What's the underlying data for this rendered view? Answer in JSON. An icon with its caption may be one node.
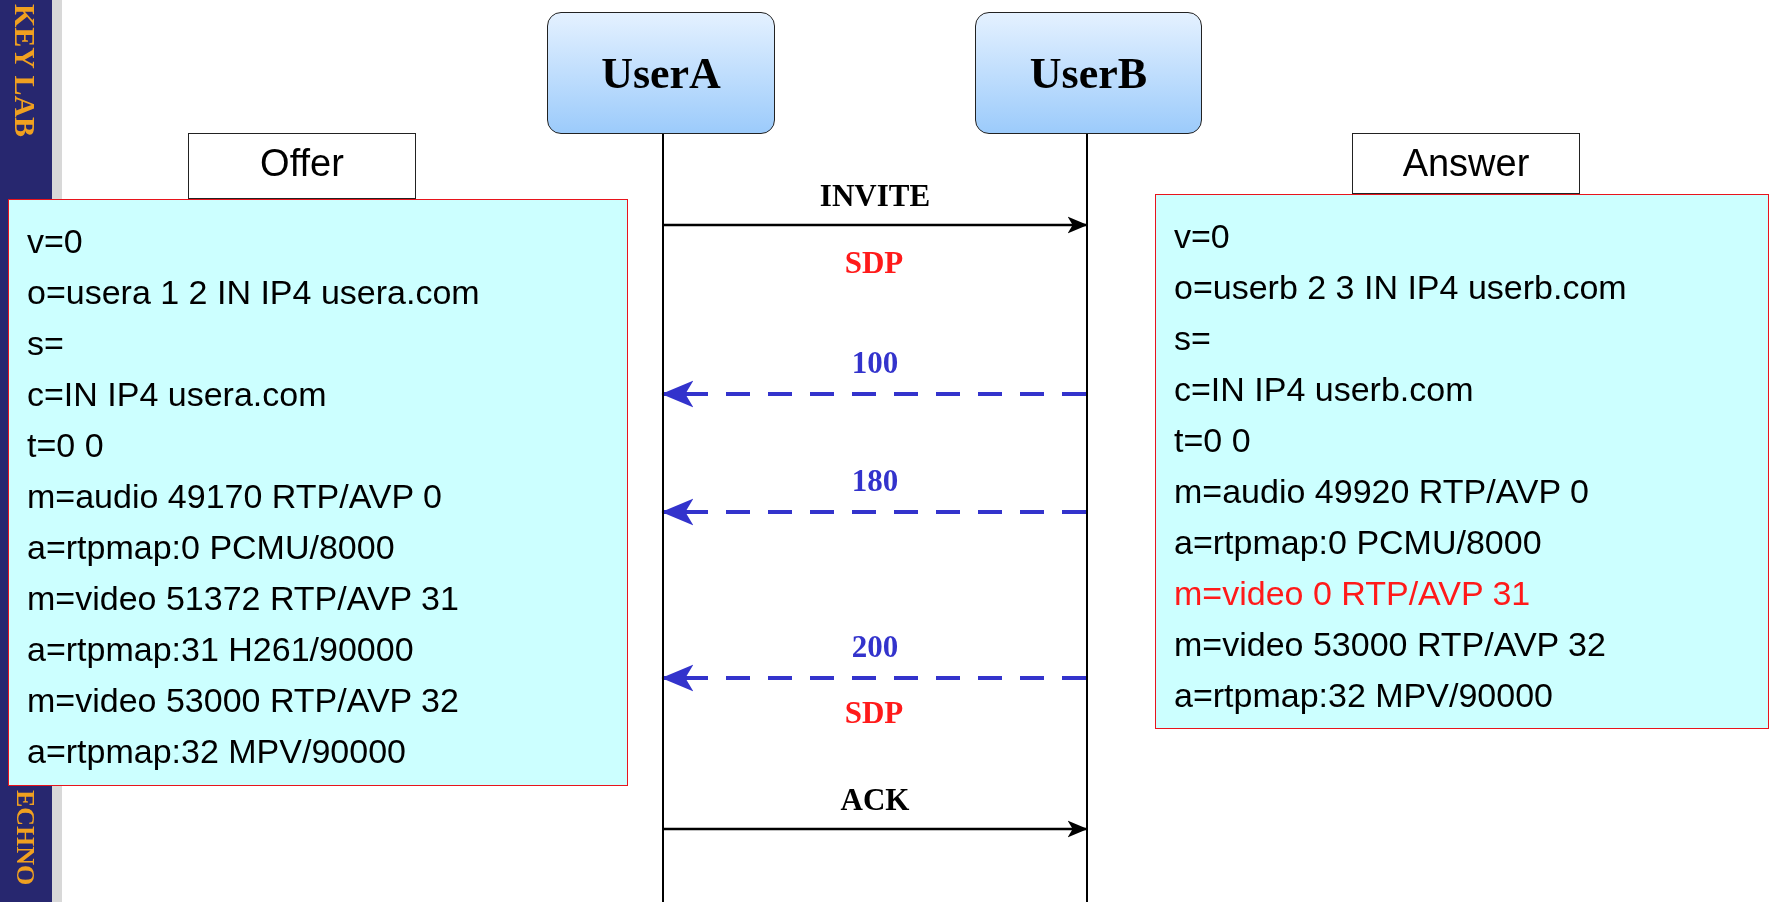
{
  "diagram": {
    "nodes": [
      {
        "text": [
          "UserA"
        ]
      },
      {
        "text": [
          "UserB"
        ]
      },
      {
        "text": [],
        "shape": "lifeline"
      },
      {
        "text": [],
        "shape": "lifeline"
      },
      {
        "text": [
          "Offer"
        ]
      },
      {
        "text": [
          "v=0",
          "o=usera 1 2 IN IP4 usera.com",
          "s=",
          "c=IN IP4 usera.com",
          "t=0 0",
          "m=audio 49170 RTP/AVP 0",
          "a=rtpmap:0 PCMU/8000",
          "m=video 51372 RTP/AVP 31",
          "a=rtpmap:31 H261/90000",
          "m=video 53000 RTP/AVP 32",
          "a=rtpmap:32 MPV/90000"
        ]
      },
      {
        "text": [
          "Answer"
        ]
      },
      {
        "text": [
          "v=0",
          "o=userb 2 3 IN IP4 userb.com",
          "s=",
          "c=IN IP4 userb.com",
          "t=0 0",
          "m=audio 49920 RTP/AVP 0",
          "a=rtpmap:0 PCMU/8000",
          "m=video 0 RTP/AVP 31",
          "m=video 53000 RTP/AVP 32",
          "a=rtpmap:32 MPV/90000"
        ]
      }
    ],
    "edges": [
      {
        "from": 2,
        "to": 3,
        "arrow": "to",
        "label": "INVITE",
        "color": "#000000"
      },
      {
        "from": 3,
        "to": 2,
        "arrow": "to",
        "label": "100",
        "style": "dashed",
        "color": "#3333cc"
      },
      {
        "from": 3,
        "to": 2,
        "arrow": "to",
        "label": "180",
        "style": "dashed",
        "color": "#3333cc"
      },
      {
        "from": 3,
        "to": 2,
        "arrow": "to",
        "label": "200",
        "style": "dashed",
        "color": "#3333cc"
      },
      {
        "from": 2,
        "to": 3,
        "arrow": "to",
        "label": "ACK",
        "color": "#000000"
      }
    ],
    "labels": [
      "KEY LAB",
      "ECHNO",
      "SDP",
      "SDP"
    ]
  }
}
